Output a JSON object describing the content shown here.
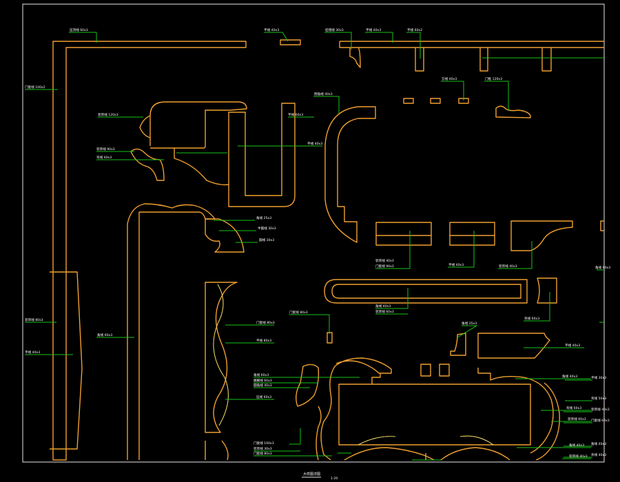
{
  "drawing": {
    "title": "大样图详图",
    "scale": "1:20",
    "colors": {
      "background": "#000000",
      "profile": "#f0a030",
      "leader": "#19c419",
      "label": "#ffffff",
      "frame": "#e8e8e8"
    }
  },
  "labels": {
    "l01": "压顶线 60x3",
    "l02": "平线 40x3",
    "l03": "挂镜线 30x3",
    "l04": "平线 40x3",
    "l05": "平线 60x2",
    "l06": "门套线 100x2",
    "l07": "装饰线 120x3",
    "l08": "装饰线 90x3",
    "l09": "弯线 40x3",
    "l10": "平线 60x3",
    "l11": "阴角线 40x3",
    "l12": "方线 40x3",
    "l13": "门框 120x3",
    "l14": "角线 25x3",
    "l15": "半圆线 30x3",
    "l16": "圆线 30x3",
    "l17": "平线 40x3",
    "l18": "装饰线 40x3",
    "l19": "门套线 90x3",
    "l20": "平线 40x3",
    "l21": "装饰线 40x3",
    "l22": "装饰线 80x3",
    "l23": "平线 40x3",
    "l24": "角线 60x3",
    "l25": "门套线 80x3",
    "l26": "平线 80x3",
    "l27": "压线 60x3",
    "l28": "角线 40x3",
    "l29": "装饰线 60x3",
    "l30": "门套线 80x3",
    "l31": "弯线 60x3",
    "l32": "角线 35x3",
    "l33": "平线 40x3",
    "l34": "角线 60x3",
    "l35": "踢脚线 60x3",
    "l36": "圆角线 40x3",
    "l37": "角线 40x3",
    "l38": "弯线 60x3",
    "l39": "装饰线 60x3",
    "l40": "门套线 100x3",
    "l41": "装饰线 30x3",
    "l42": "门套线 80x3",
    "l43": "角线 40x3",
    "l44": "装饰线 40x3",
    "l45": "平线 30x3",
    "l46": "弯线 50x3",
    "l47": "装饰线 40x3",
    "l48": "门套线 60x3",
    "l49": "角线 40x3",
    "l50": "弯线 40x3",
    "l51": "角线 60x3"
  }
}
